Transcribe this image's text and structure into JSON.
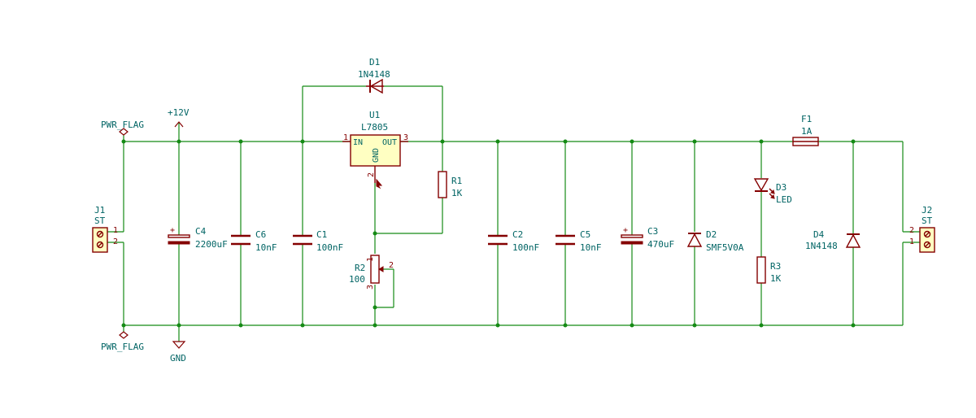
{
  "components": {
    "j1": {
      "ref": "J1",
      "value": "ST",
      "pin1": "1",
      "pin2": "2"
    },
    "j2": {
      "ref": "J2",
      "value": "ST",
      "pin1": "1",
      "pin2": "2"
    },
    "pwr_flag_top": {
      "label": "PWR_FLAG"
    },
    "pwr_flag_bottom": {
      "label": "PWR_FLAG"
    },
    "vcc": {
      "label": "+12V"
    },
    "gnd": {
      "label": "GND"
    },
    "c4": {
      "ref": "C4",
      "value": "2200uF",
      "polarity": "+"
    },
    "c6": {
      "ref": "C6",
      "value": "10nF"
    },
    "c1": {
      "ref": "C1",
      "value": "100nF"
    },
    "d1": {
      "ref": "D1",
      "value": "1N4148"
    },
    "u1": {
      "ref": "U1",
      "value": "L7805",
      "pin_in": "IN",
      "pin_out": "OUT",
      "pin_gnd": "GND",
      "pin1": "1",
      "pin2": "2",
      "pin3": "3"
    },
    "r1": {
      "ref": "R1",
      "value": "1K"
    },
    "r2": {
      "ref": "R2",
      "value": "100",
      "pin1": "1",
      "pin2": "2",
      "pin3": "3"
    },
    "c2": {
      "ref": "C2",
      "value": "100nF"
    },
    "c5": {
      "ref": "C5",
      "value": "10nF"
    },
    "c3": {
      "ref": "C3",
      "value": "470uF",
      "polarity": "+"
    },
    "d2": {
      "ref": "D2",
      "value": "SMF5V0A"
    },
    "d3": {
      "ref": "D3",
      "value": "LED"
    },
    "r3": {
      "ref": "R3",
      "value": "1K"
    },
    "f1": {
      "ref": "F1",
      "value": "1A"
    },
    "d4": {
      "ref": "D4",
      "value": "1N4148"
    }
  },
  "colors": {
    "wire": "#158a15",
    "component": "#840000",
    "text": "#006464",
    "ic_fill": "#ffffc2"
  }
}
